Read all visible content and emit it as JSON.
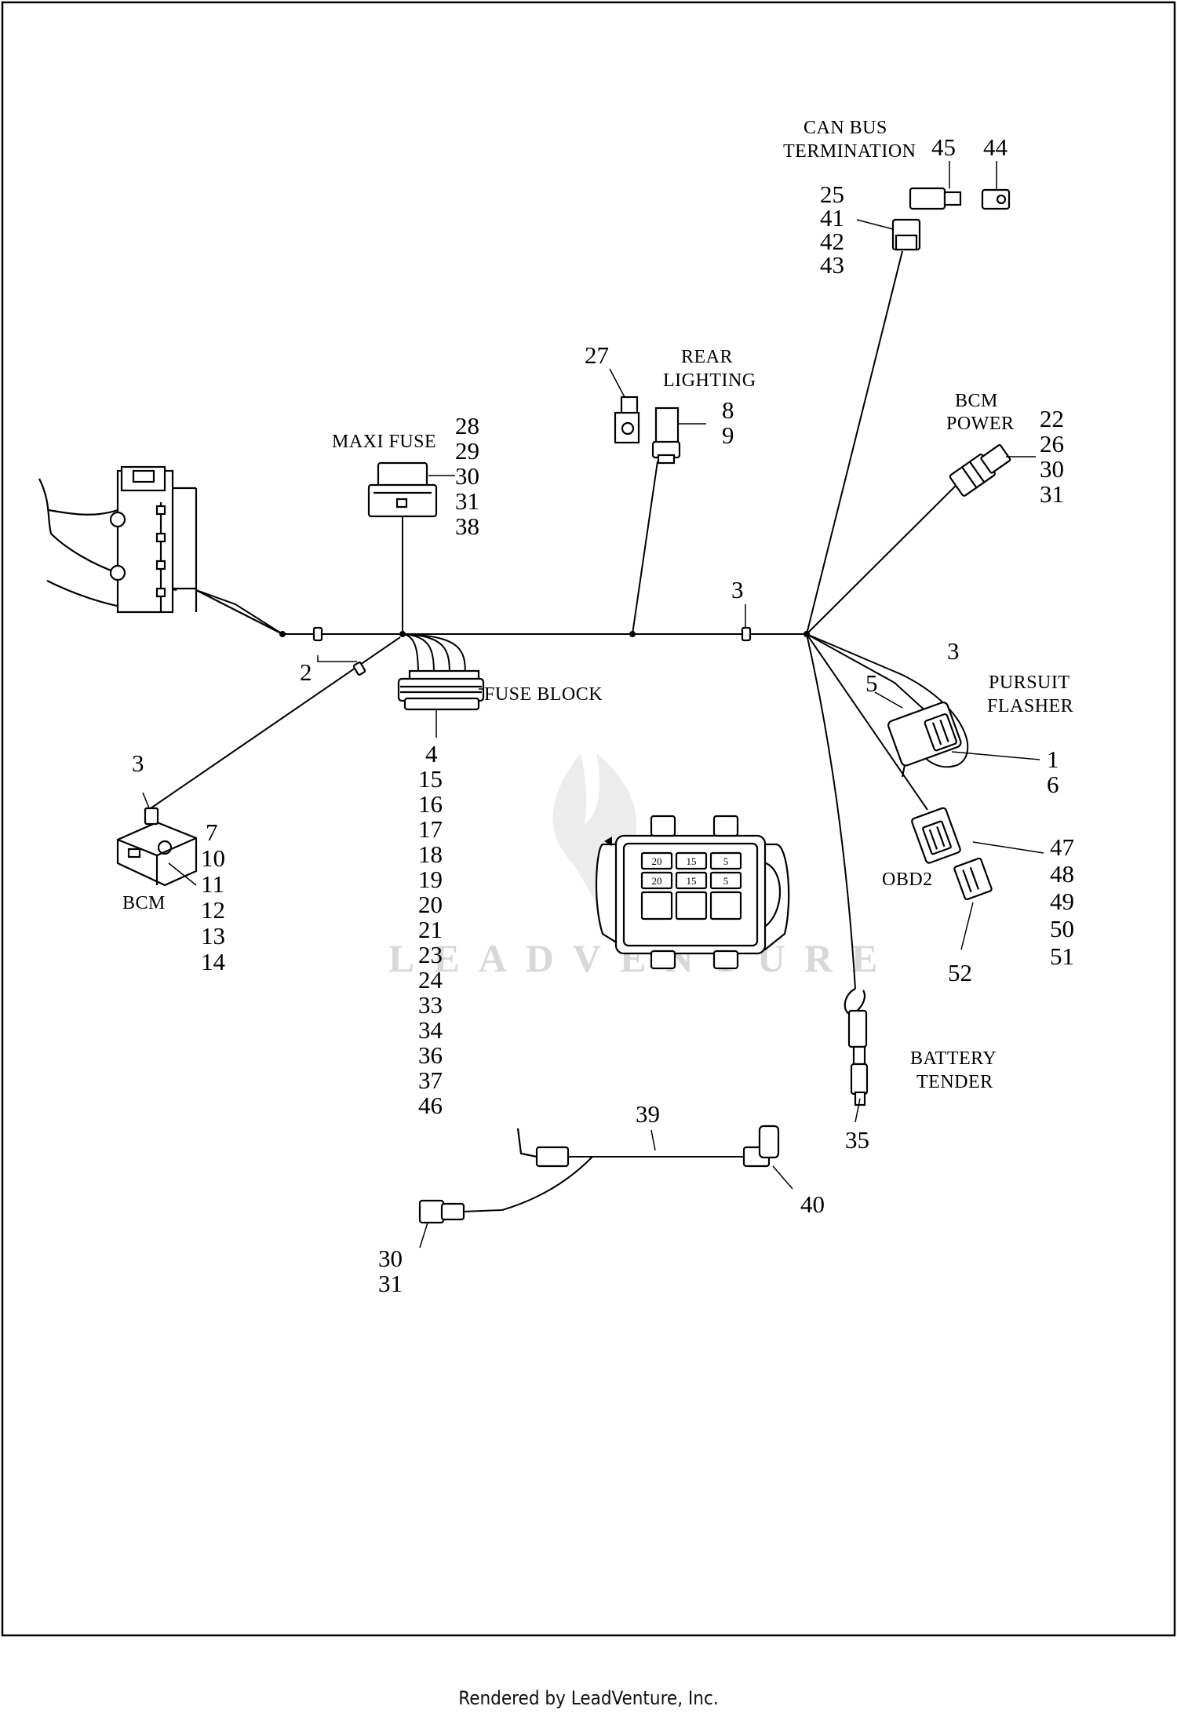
{
  "captions": {
    "can_bus_1": "CAN BUS",
    "can_bus_2": "TERMINATION",
    "rear_lighting_1": "REAR",
    "rear_lighting_2": "LIGHTING",
    "maxi_fuse": "MAXI FUSE",
    "bcm_power_1": "BCM",
    "bcm_power_2": "POWER",
    "fuse_block": "FUSE BLOCK",
    "pursuit_flasher_1": "PURSUIT",
    "pursuit_flasher_2": "FLASHER",
    "bcm": "BCM",
    "obd2": "OBD2",
    "battery_tender_1": "BATTERY",
    "battery_tender_2": "TENDER"
  },
  "callouts": {
    "can_bus_termination": [
      "45",
      "44"
    ],
    "can_bus_connector": [
      "25",
      "41",
      "42",
      "43"
    ],
    "rear_lighting_clip": [
      "27"
    ],
    "rear_lighting_connector": [
      "8",
      "9"
    ],
    "maxi_fuse": [
      "28",
      "29",
      "30",
      "31",
      "38"
    ],
    "bcm_power": [
      "22",
      "26",
      "30",
      "31"
    ],
    "tie_strap_trunk": [
      "3"
    ],
    "tie_strap_left": [
      "2"
    ],
    "fuse_block": [
      "4",
      "15",
      "16",
      "17",
      "18",
      "19",
      "20",
      "21",
      "23",
      "24",
      "33",
      "34",
      "36",
      "37",
      "46"
    ],
    "tie_strap_bcm": [
      "3"
    ],
    "bcm": [
      "7",
      "10",
      "11",
      "12",
      "13",
      "14"
    ],
    "pursuit_flasher_strap": [
      "3"
    ],
    "pursuit_flasher_bracket": [
      "5"
    ],
    "pursuit_flasher": [
      "1",
      "6"
    ],
    "obd2": [
      "47",
      "48",
      "49",
      "50",
      "51"
    ],
    "obd2_cap": [
      "52"
    ],
    "battery_tender": [
      "35"
    ],
    "jumper_harness": [
      "39"
    ],
    "jumper_end": [
      "40"
    ],
    "jumper_connector": [
      "30",
      "31"
    ]
  },
  "inset_fuse_labels": [
    "20",
    "15",
    "5",
    "20",
    "15",
    "5"
  ],
  "watermark": "LEADVENTURE",
  "footer": "Rendered by LeadVenture, Inc."
}
